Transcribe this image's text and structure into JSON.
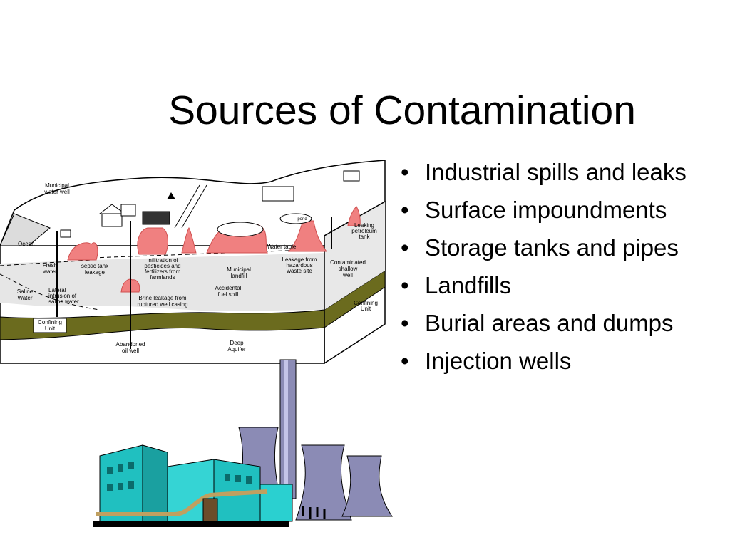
{
  "slide": {
    "title": "Sources of Contamination",
    "bullet_glyph": "•",
    "bullets": [
      "Industrial spills and leaks",
      "Surface impoundments",
      "Storage tanks and pipes",
      "Landfills",
      "Burial areas and dumps",
      "Injection wells"
    ]
  },
  "diagram": {
    "labels": {
      "municipal_well_1": "Municipal",
      "municipal_well_2": "water well",
      "ocean": "Ocean",
      "fresh_water_1": "Fresh",
      "fresh_water_2": "water",
      "septic_1": "septic tank",
      "septic_2": "leakage",
      "saline_1": "Saline",
      "saline_2": "Water",
      "lateral_1": "Lateral",
      "lateral_2": "intrusion of",
      "lateral_3": "saline water",
      "infiltration_1": "Infiltration of",
      "infiltration_2": "pesticides and",
      "infiltration_3": "fertilizers from",
      "infiltration_4": "farmlands",
      "brine_1": "Brine leakage from",
      "brine_2": "ruptured well casing",
      "accidental_1": "Accidental",
      "accidental_2": "fuel spill",
      "landfill_1": "Municipal",
      "landfill_2": "landfill",
      "water_table": "Water table",
      "hazardous_1": "Leakage from",
      "hazardous_2": "hazardous",
      "hazardous_3": "waste site",
      "contaminated_1": "Contaminated",
      "contaminated_2": "shallow",
      "contaminated_3": "well",
      "leaking_1": "Leaking",
      "leaking_2": "petroleum",
      "leaking_3": "tank",
      "confining_right_1": "Confining",
      "confining_right_2": "Unit",
      "confining_left_1": "Confining",
      "confining_left_2": "Unit",
      "abandoned_1": "Abandoned",
      "abandoned_2": "oil well",
      "deep_1": "Deep",
      "deep_2": "Aquifer",
      "pond": "pond"
    },
    "colors": {
      "plume": "#f08080",
      "confining": "#6b6b1e",
      "tower": "#8b8bb5",
      "plant": "#20c0c0"
    }
  }
}
